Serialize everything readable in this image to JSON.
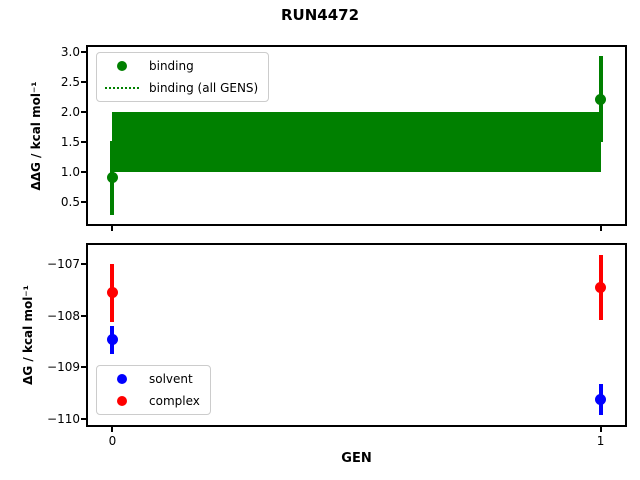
{
  "title": "RUN4472",
  "figure": {
    "background": "#ffffff"
  },
  "chart_data": [
    {
      "type": "scatter",
      "id": "ddg-subplot",
      "title": "",
      "xlabel": "",
      "ylabel": "ΔΔG / kcal mol⁻¹",
      "xlim": [
        -0.05,
        1.05
      ],
      "ylim": [
        0.13,
        3.08
      ],
      "xticks": [
        0,
        1
      ],
      "xtick_labels": [],
      "yticks": [
        0.5,
        1.0,
        1.5,
        2.0,
        2.5,
        3.0
      ],
      "ytick_labels": [
        "0.5",
        "1.0",
        "1.5",
        "2.0",
        "2.5",
        "3.0"
      ],
      "grid": false,
      "legend_position": "upper-left",
      "series": [
        {
          "name": "binding",
          "type": "errorbar-points",
          "marker": "circle",
          "color": "#008000",
          "x": [
            0,
            1
          ],
          "y": [
            0.9,
            2.21
          ],
          "yerr": [
            0.62,
            0.72
          ]
        },
        {
          "name": "binding (all GENS)",
          "type": "hline-band",
          "linestyle": "dotted",
          "color": "#008000",
          "x": [
            0,
            1
          ],
          "mean": 1.5,
          "band": [
            1.0,
            2.0
          ]
        }
      ]
    },
    {
      "type": "scatter",
      "id": "dg-subplot",
      "title": "",
      "xlabel": "GEN",
      "ylabel": "ΔG / kcal mol⁻¹",
      "xlim": [
        -0.05,
        1.05
      ],
      "ylim": [
        -110.12,
        -106.63
      ],
      "xticks": [
        0,
        1
      ],
      "xtick_labels": [
        "0",
        "1"
      ],
      "yticks": [
        -107,
        -108,
        -109,
        -110
      ],
      "ytick_labels": [
        "−107",
        "−108",
        "−109",
        "−110"
      ],
      "grid": false,
      "legend_position": "lower-left",
      "series": [
        {
          "name": "solvent",
          "type": "errorbar-points",
          "marker": "circle",
          "color": "#0000ff",
          "x": [
            0,
            1
          ],
          "y": [
            -108.47,
            -109.63
          ],
          "yerr": [
            0.27,
            0.3
          ]
        },
        {
          "name": "complex",
          "type": "errorbar-points",
          "marker": "circle",
          "color": "#ff0000",
          "x": [
            0,
            1
          ],
          "y": [
            -107.56,
            -107.45
          ],
          "yerr": [
            0.56,
            0.63
          ]
        }
      ]
    }
  ]
}
